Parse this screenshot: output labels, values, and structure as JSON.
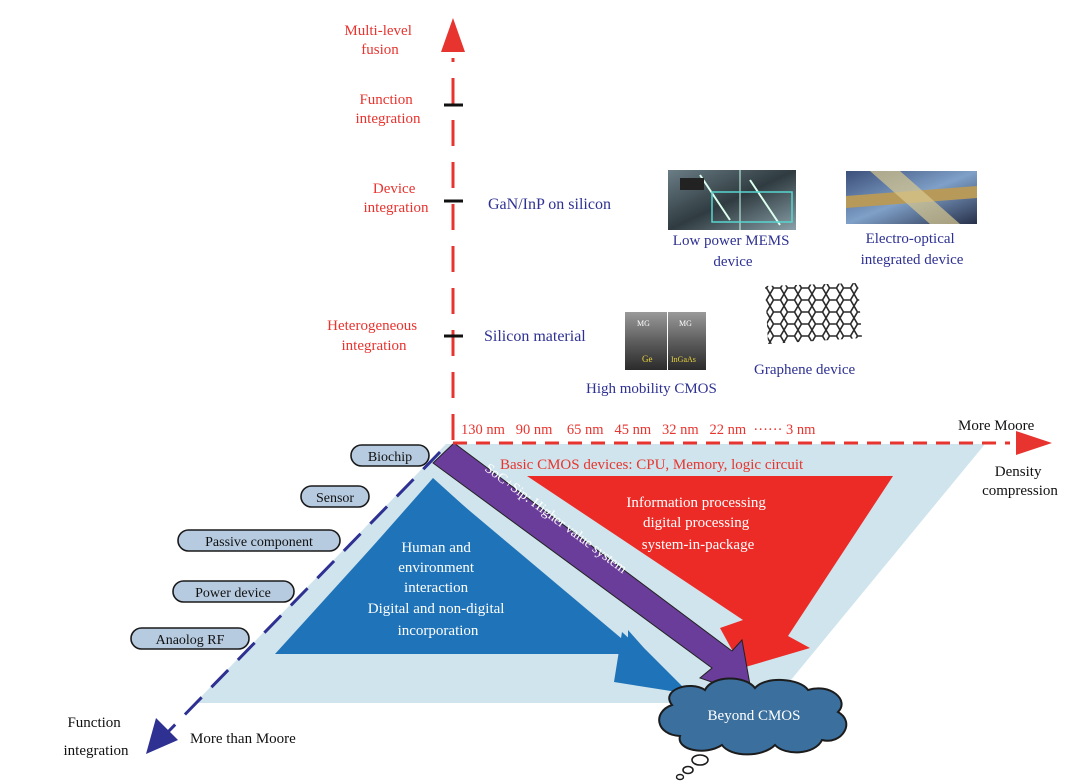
{
  "vertical_axis": {
    "levels": [
      {
        "lines": [
          "Multi-level",
          "fusion"
        ]
      },
      {
        "lines": [
          "Function",
          "integration"
        ]
      },
      {
        "lines": [
          "Device",
          "integration"
        ]
      },
      {
        "lines": [
          "Heterogeneous",
          "integration"
        ]
      }
    ],
    "row_labels": [
      "GaN/InP on silicon",
      "Silicon material"
    ]
  },
  "devices": {
    "mems": [
      "Low power MEMS",
      "device"
    ],
    "electro_optical": [
      "Electro-optical",
      "integrated device"
    ],
    "graphene": "Graphene device",
    "cmos": "High mobility CMOS",
    "cmos_tags": [
      "MG",
      "MG",
      "Ge",
      "InGaAs"
    ]
  },
  "horizontal_axis": {
    "nodes": "130 nm   90 nm    65 nm   45 nm   32 nm   22 nm  ······ 3 nm",
    "end_label": "More Moore",
    "sub_label": [
      "Density",
      "compression"
    ]
  },
  "basic_cmos": "Basic CMOS devices: CPU, Memory, logic circuit",
  "red_triangle": [
    "Information processing",
    "digital processing",
    "system-in-package"
  ],
  "blue_triangle": [
    "Human and",
    "environment",
    "interaction",
    "Digital and non-digital",
    "incorporation"
  ],
  "diagonal_arrow": "SoC+Sip: Higher value system",
  "pills": [
    "Biochip",
    "Sensor",
    "Passive component",
    "Power device",
    "Anaolog RF"
  ],
  "diagonal_axis": {
    "end_label": [
      "Function",
      "integration"
    ],
    "label": "More than Moore"
  },
  "cloud": "Beyond CMOS",
  "colors": {
    "red": "#e8342f",
    "blue_text": "#2e3192",
    "light_blue": "#cfe4ec",
    "blue_triangle": "#1f73b8",
    "purple": "#6a3d9a",
    "red_triangle": "#ec2a26",
    "pill_fill": "#b7cbe0",
    "cloud": "#3a6f9e"
  }
}
